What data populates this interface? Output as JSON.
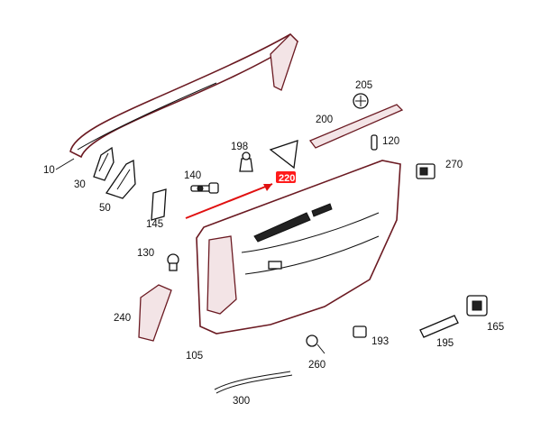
{
  "callouts": {
    "p10": "10",
    "p30": "30",
    "p50": "50",
    "p105": "105",
    "p120": "120",
    "p130": "130",
    "p140": "140",
    "p145": "145",
    "p165": "165",
    "p193": "193",
    "p195": "195",
    "p198": "198",
    "p200": "200",
    "p205": "205",
    "p220": "220",
    "p240": "240",
    "p260": "260",
    "p270": "270",
    "p300": "300"
  },
  "highlight": {
    "part": "220",
    "color": "#ff1a1a"
  },
  "colors": {
    "trim": "#6b1a22",
    "arrow": "#e01010",
    "line": "#111111"
  }
}
